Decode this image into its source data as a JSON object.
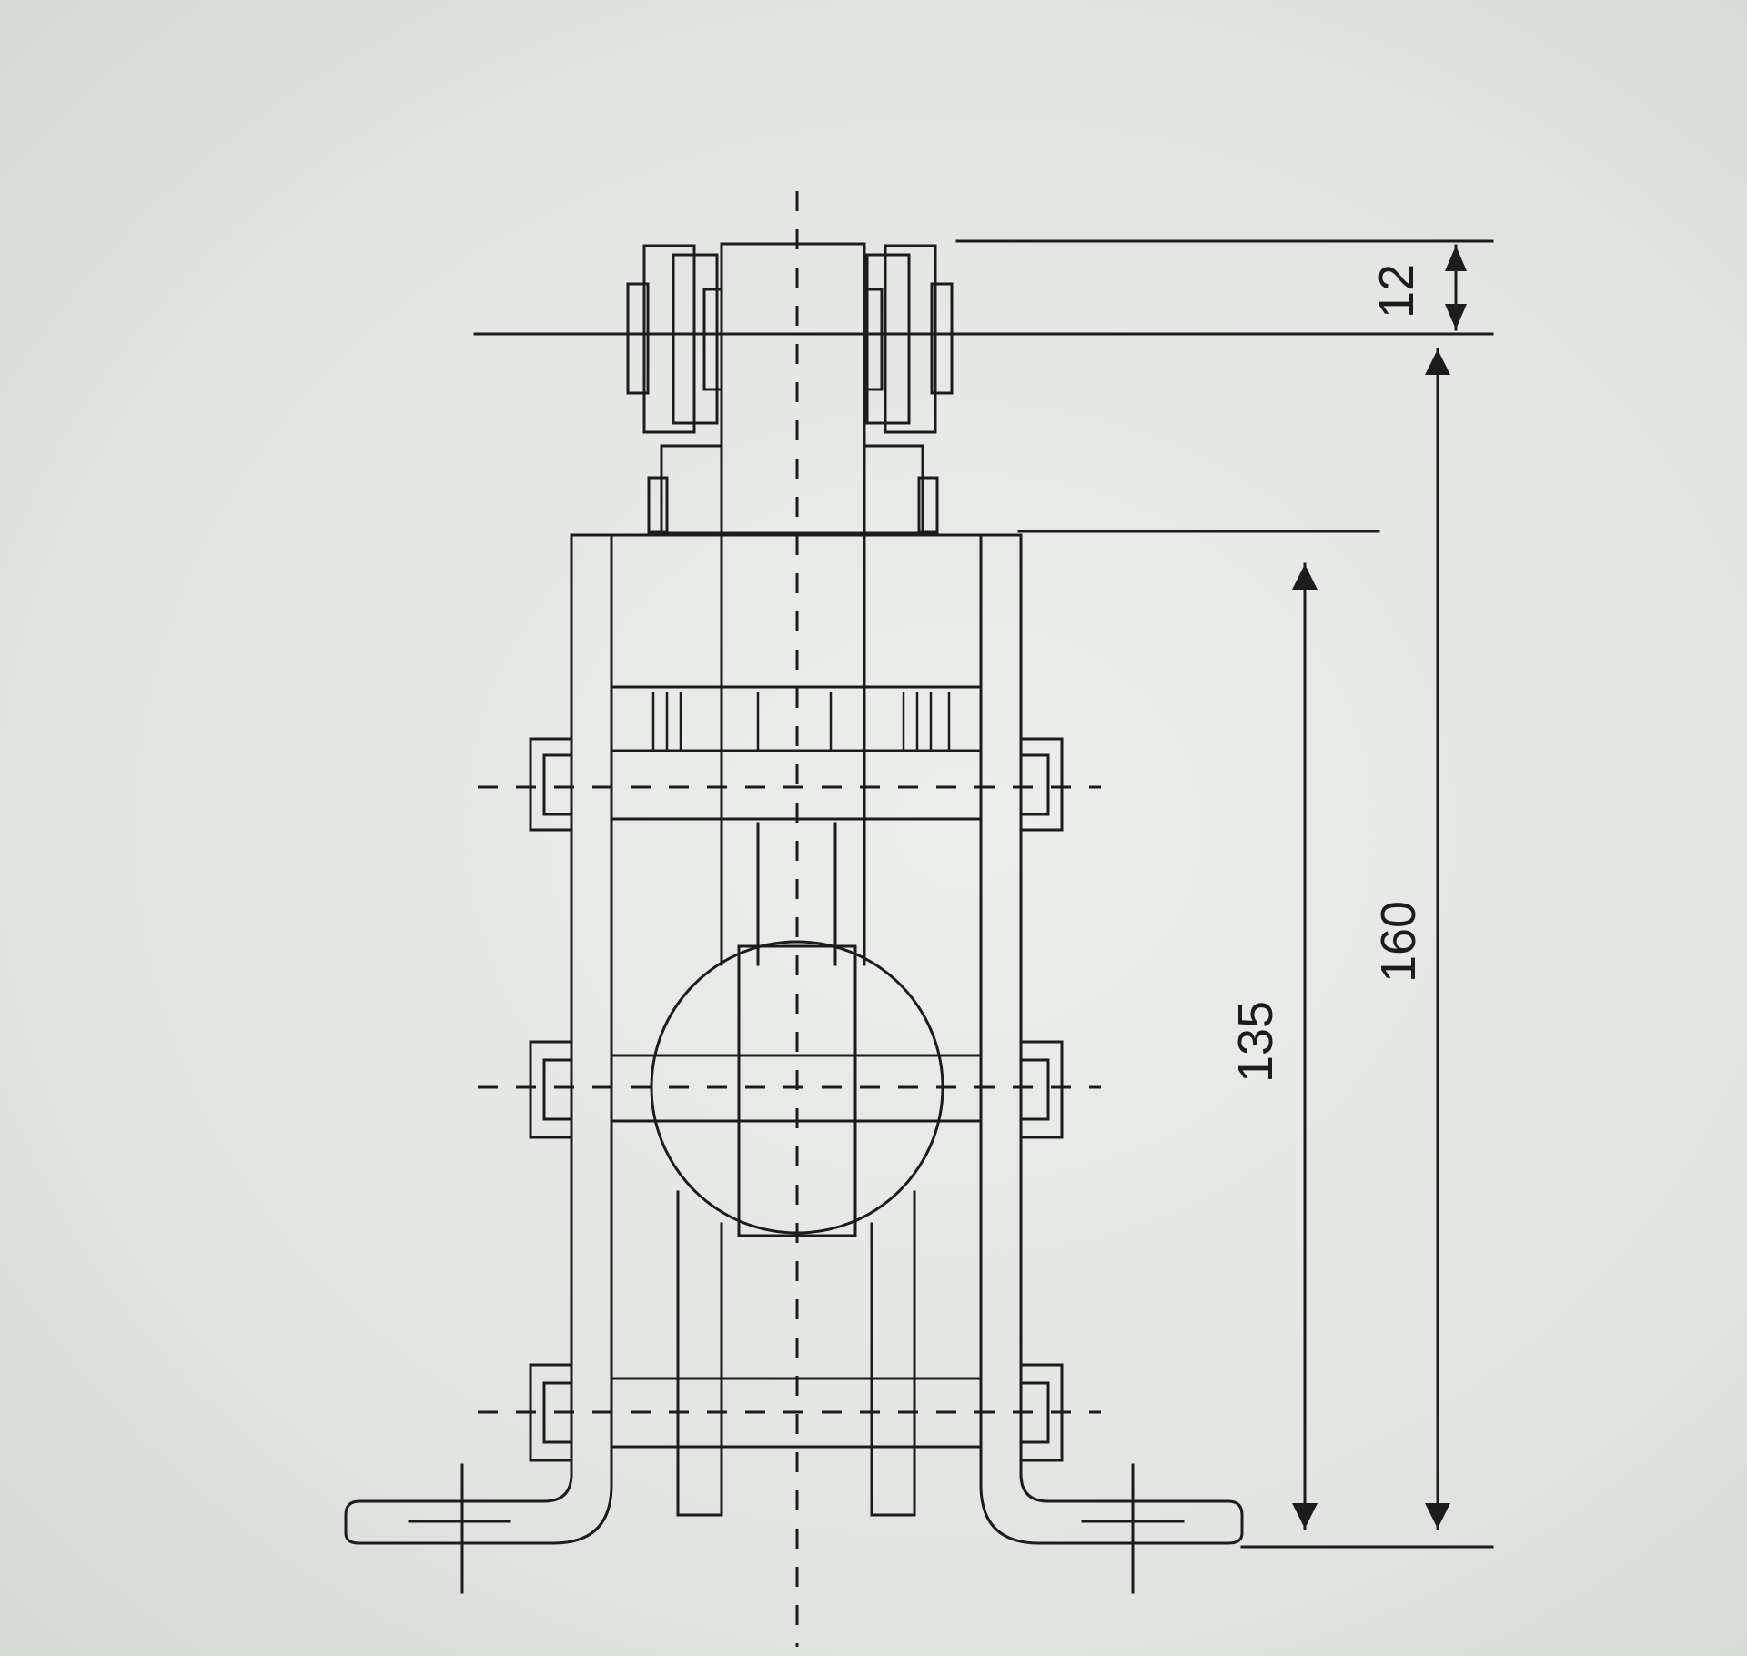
{
  "drawing": {
    "dimensions": [
      {
        "id": "top-offset",
        "label": "12"
      },
      {
        "id": "inner-height",
        "label": "135"
      },
      {
        "id": "total-height",
        "label": "160"
      }
    ]
  },
  "colors": {
    "line": "#1c1c1c",
    "paper": "#e4e6e4"
  }
}
